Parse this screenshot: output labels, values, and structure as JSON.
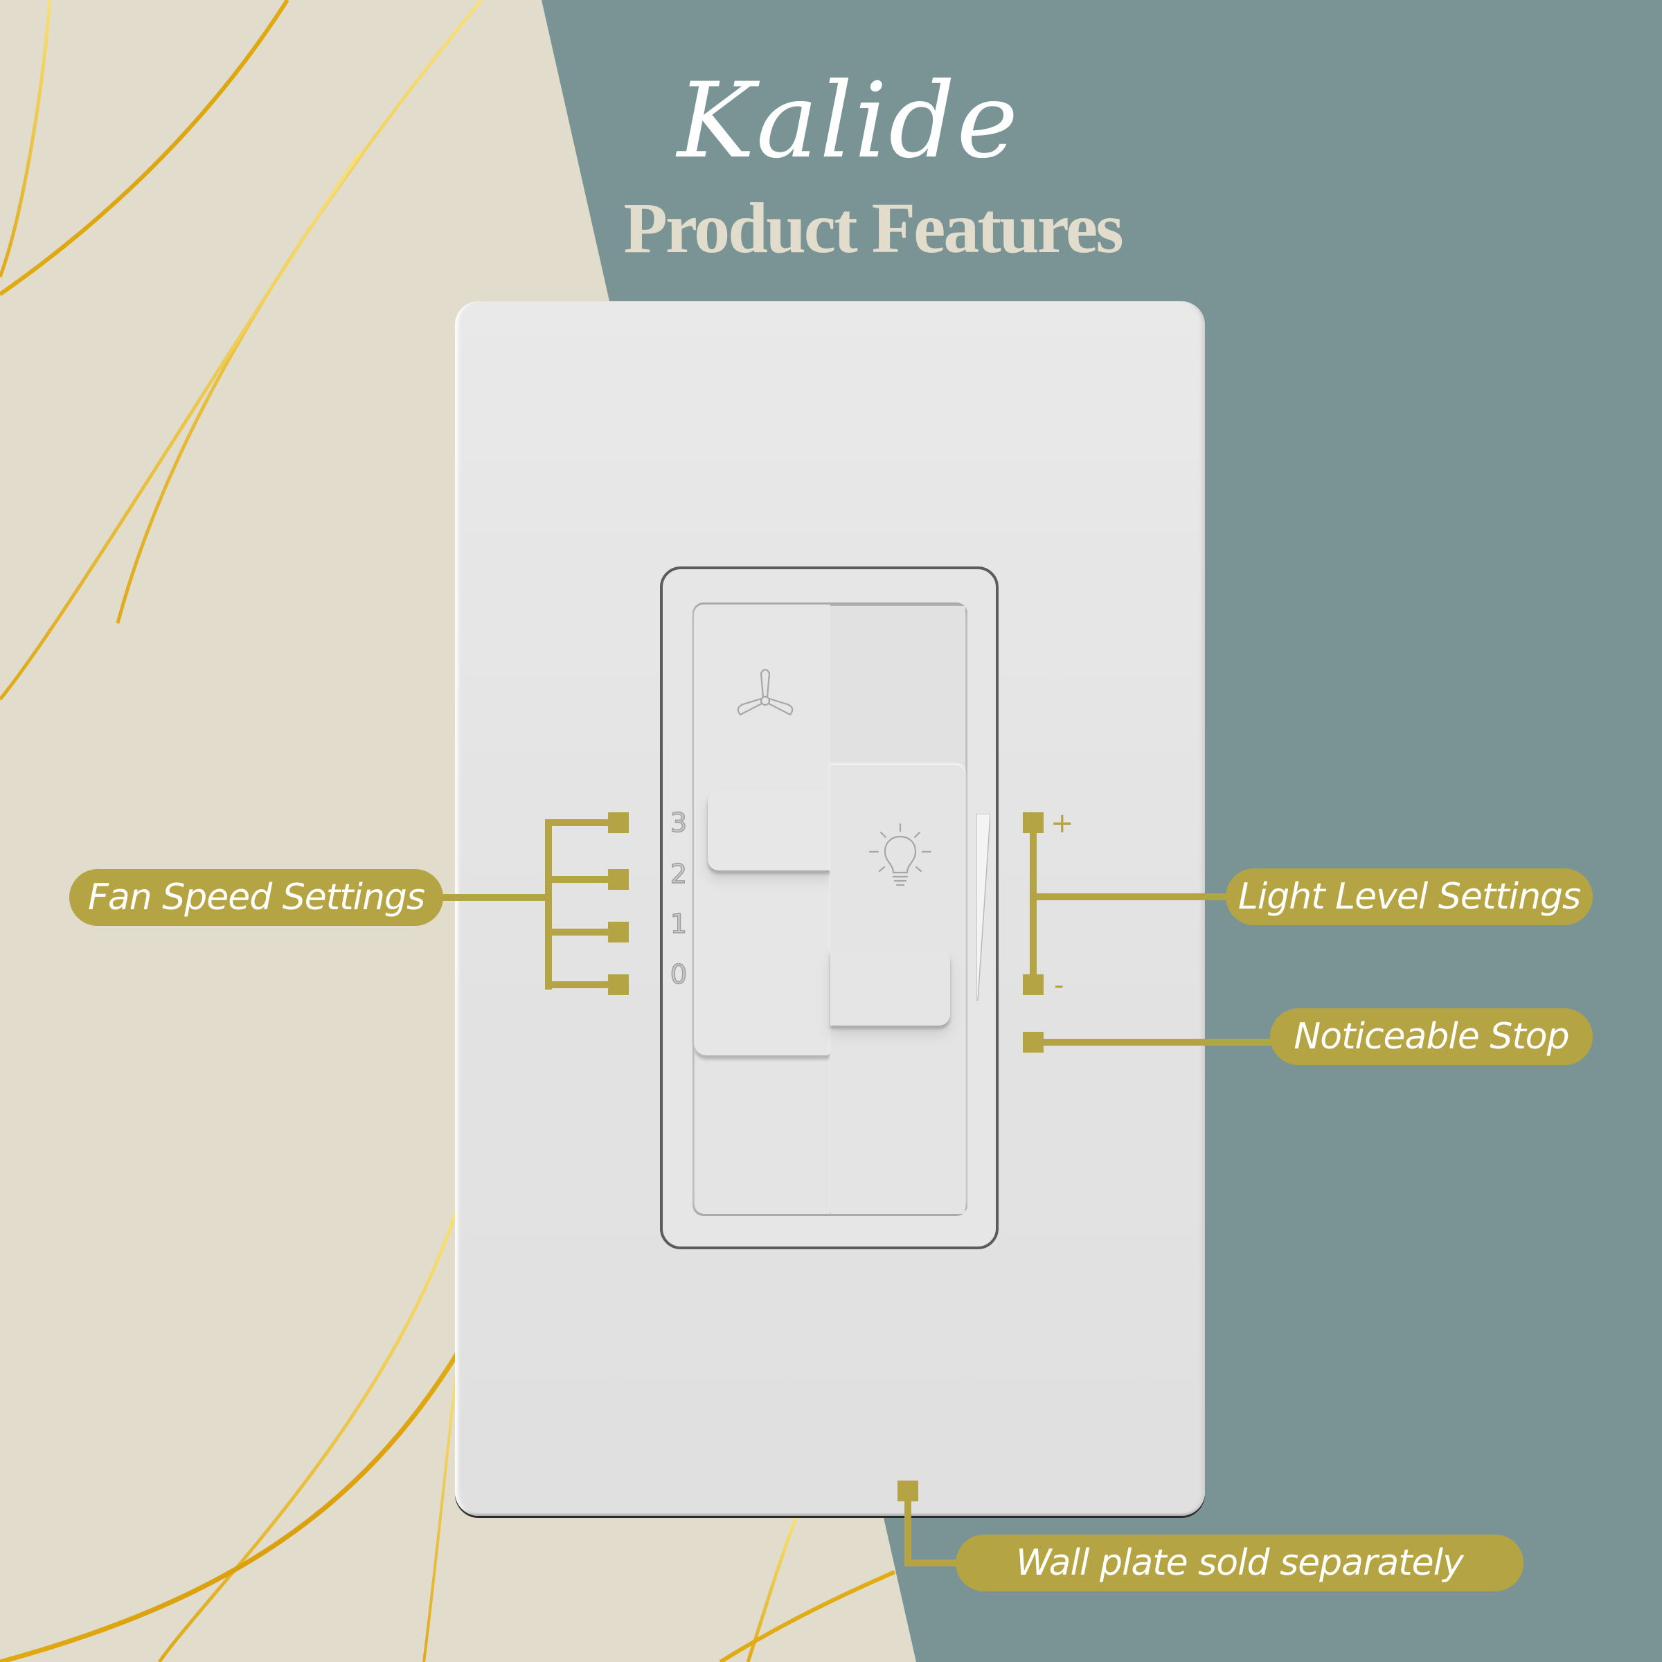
{
  "header": {
    "brand": "Kalide",
    "subtitle": "Product Features"
  },
  "colors": {
    "background_cream": "#e1dccb",
    "background_teal": "#7a9496",
    "callout_gold": "#b5a443",
    "plate_white": "#e6e6e6",
    "line_gold": "#e4b72a"
  },
  "switch": {
    "fan_icon": "ceiling-fan-icon",
    "light_icon": "light-bulb-icon",
    "fan_scale": [
      "3",
      "2",
      "1",
      "0"
    ]
  },
  "callouts": {
    "fan_speed": "Fan Speed Settings",
    "light_level": "Light Level Settings",
    "light_plus": "+",
    "light_minus": "-",
    "noticeable_stop": "Noticeable Stop",
    "wall_plate": "Wall plate sold separately"
  }
}
